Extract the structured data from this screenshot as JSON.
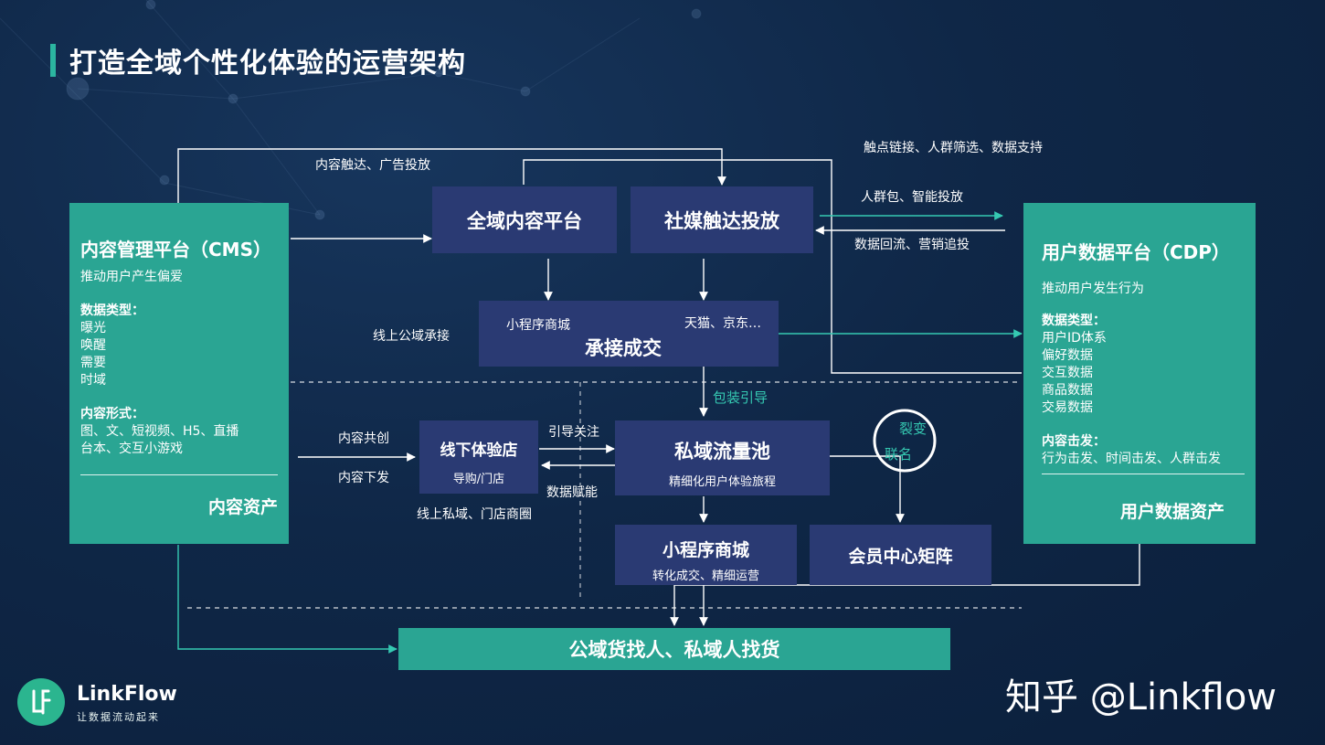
{
  "title": "打造全域个性化体验的运营架构",
  "cms": {
    "title": "内容管理平台（CMS）",
    "subtitle": "推动用户产生偏爱",
    "data_types_heading": "数据类型：",
    "data_types": [
      "曝光",
      "唤醒",
      "需要",
      "时域"
    ],
    "forms_heading": "内容形式：",
    "forms": [
      "图、文、短视频、H5、直播",
      "台本、交互小游戏"
    ],
    "asset": "内容资产"
  },
  "cdp": {
    "title": "用户数据平台（CDP）",
    "subtitle": "推动用户发生行为",
    "data_types_heading": "数据类型：",
    "data_types": [
      "用户ID体系",
      "偏好数据",
      "交互数据",
      "商品数据",
      "交易数据"
    ],
    "trigger_heading": "内容击发：",
    "trigger": "行为击发、时间击发、人群击发",
    "asset": "用户数据资产"
  },
  "boxes": {
    "content_platform": "全域内容平台",
    "social": "社媒触达投放",
    "deal": {
      "title": "承接成交",
      "left": "小程序商城",
      "right": "天猫、京东…"
    },
    "offline": {
      "title": "线下体验店",
      "sub": "导购/门店"
    },
    "private": {
      "title": "私域流量池",
      "sub": "精细化用户体验旅程"
    },
    "miniapp": {
      "title": "小程序商城",
      "sub": "转化成交、精细运营"
    },
    "member": "会员中心矩阵",
    "bottom": "公域货找人、私域人找货"
  },
  "labels": {
    "reach_ads": "内容触达、广告投放",
    "touch_link": "触点链接、人群筛选、数据支持",
    "crowd_pack": "人群包、智能投放",
    "data_return": "数据回流、营销追投",
    "online_public": "线上公域承接",
    "pack_guide": "包装引导",
    "co_create": "内容共创",
    "distribute": "内容下发",
    "guide_follow": "引导关注",
    "data_enable": "数据赋能",
    "online_private": "线上私域、门店商圈",
    "fission": "裂变",
    "membership": "联名"
  },
  "branding": {
    "logo_name": "LinkFlow",
    "logo_tagline": "让数据流动起来",
    "watermark": "知乎 @Linkflow"
  },
  "colors": {
    "teal_box": "#2aa593",
    "navy_box": "#2a3a73",
    "background": "#0f2747",
    "accent_text": "#35c9b2"
  }
}
